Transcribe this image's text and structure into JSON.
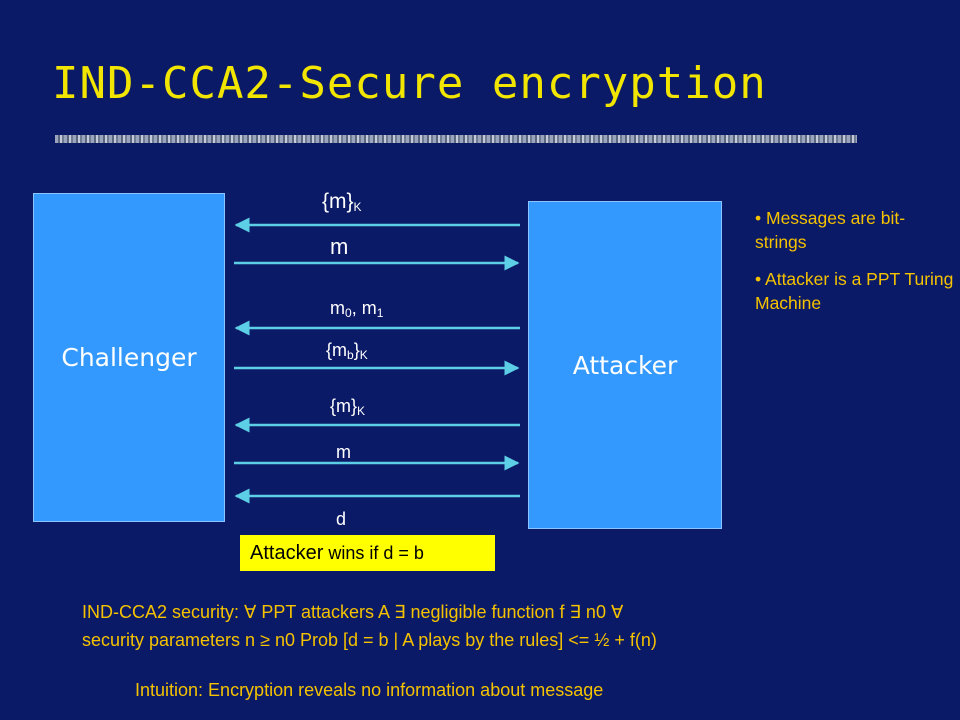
{
  "title": "IND-CCA2-Secure encryption",
  "boxes": {
    "left": "Challenger",
    "right": "Attacker"
  },
  "messages": [
    {
      "base": "{m}",
      "sub": "K",
      "direction": "to-challenger"
    },
    {
      "base": "m",
      "sub": "",
      "direction": "to-attacker"
    },
    {
      "base": "m",
      "sub": "0",
      "tail": ", m",
      "tail_sub": "1",
      "direction": "to-challenger"
    },
    {
      "base": "{m",
      "sub": "b",
      "tail": "}",
      "tail_sub": "K",
      "direction": "to-attacker"
    },
    {
      "base": "{m}",
      "sub": "K",
      "direction": "to-challenger"
    },
    {
      "base": "m",
      "sub": "",
      "direction": "to-attacker"
    },
    {
      "base": "d",
      "sub": "",
      "direction": "to-challenger"
    }
  ],
  "bullets": [
    "Messages are bit-strings",
    "Attacker is a PPT Turing Machine"
  ],
  "win_condition": {
    "lead": "Attacker",
    "rest": " wins if d = b"
  },
  "security_line1": "IND-CCA2 security:  ∀ PPT attackers A ∃ negligible function f ∃ n0 ∀",
  "security_line2": "security parameters n ≥ n0  Prob [d = b | A plays by the rules] <= ½ + f(n)",
  "intuition": "Intuition: Encryption reveals no information about message",
  "colors": {
    "background": "#0b1a66",
    "title": "#f2e600",
    "box": "#3399ff",
    "arrow": "#5ccfe6",
    "note_text": "#f5c200",
    "highlight": "#ffff00"
  }
}
